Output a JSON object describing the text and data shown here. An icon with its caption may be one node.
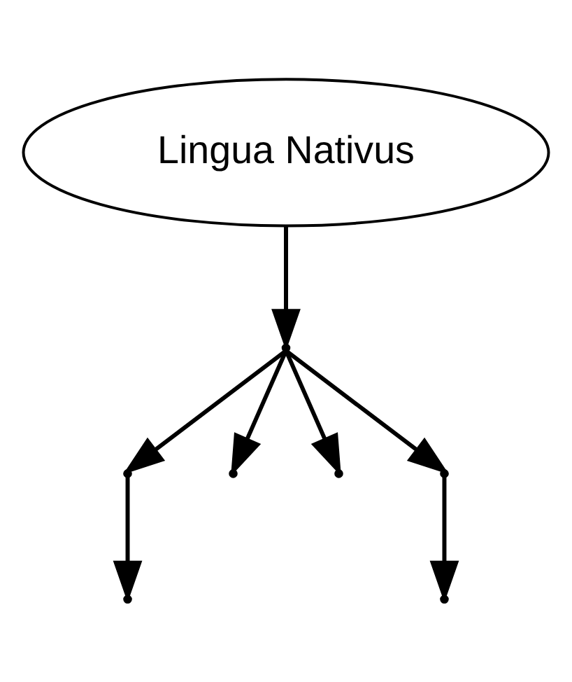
{
  "diagram": {
    "nodes": [
      {
        "text": [
          "Lingua Nativus"
        ]
      },
      {
        "text": [],
        "shape": "point"
      },
      {
        "text": [],
        "shape": "point"
      },
      {
        "text": [],
        "shape": "point"
      },
      {
        "text": [],
        "shape": "point"
      },
      {
        "text": [],
        "shape": "point"
      },
      {
        "text": [],
        "shape": "point"
      },
      {
        "text": [],
        "shape": "point"
      }
    ],
    "edges": [
      {
        "from": 0,
        "to": 1,
        "arrow": "to"
      },
      {
        "from": 1,
        "to": 2,
        "arrow": "to"
      },
      {
        "from": 1,
        "to": 3,
        "arrow": "to"
      },
      {
        "from": 1,
        "to": 4,
        "arrow": "to"
      },
      {
        "from": 1,
        "to": 5,
        "arrow": "to"
      },
      {
        "from": 2,
        "to": 6,
        "arrow": "to"
      },
      {
        "from": 5,
        "to": 7,
        "arrow": "to"
      }
    ]
  }
}
